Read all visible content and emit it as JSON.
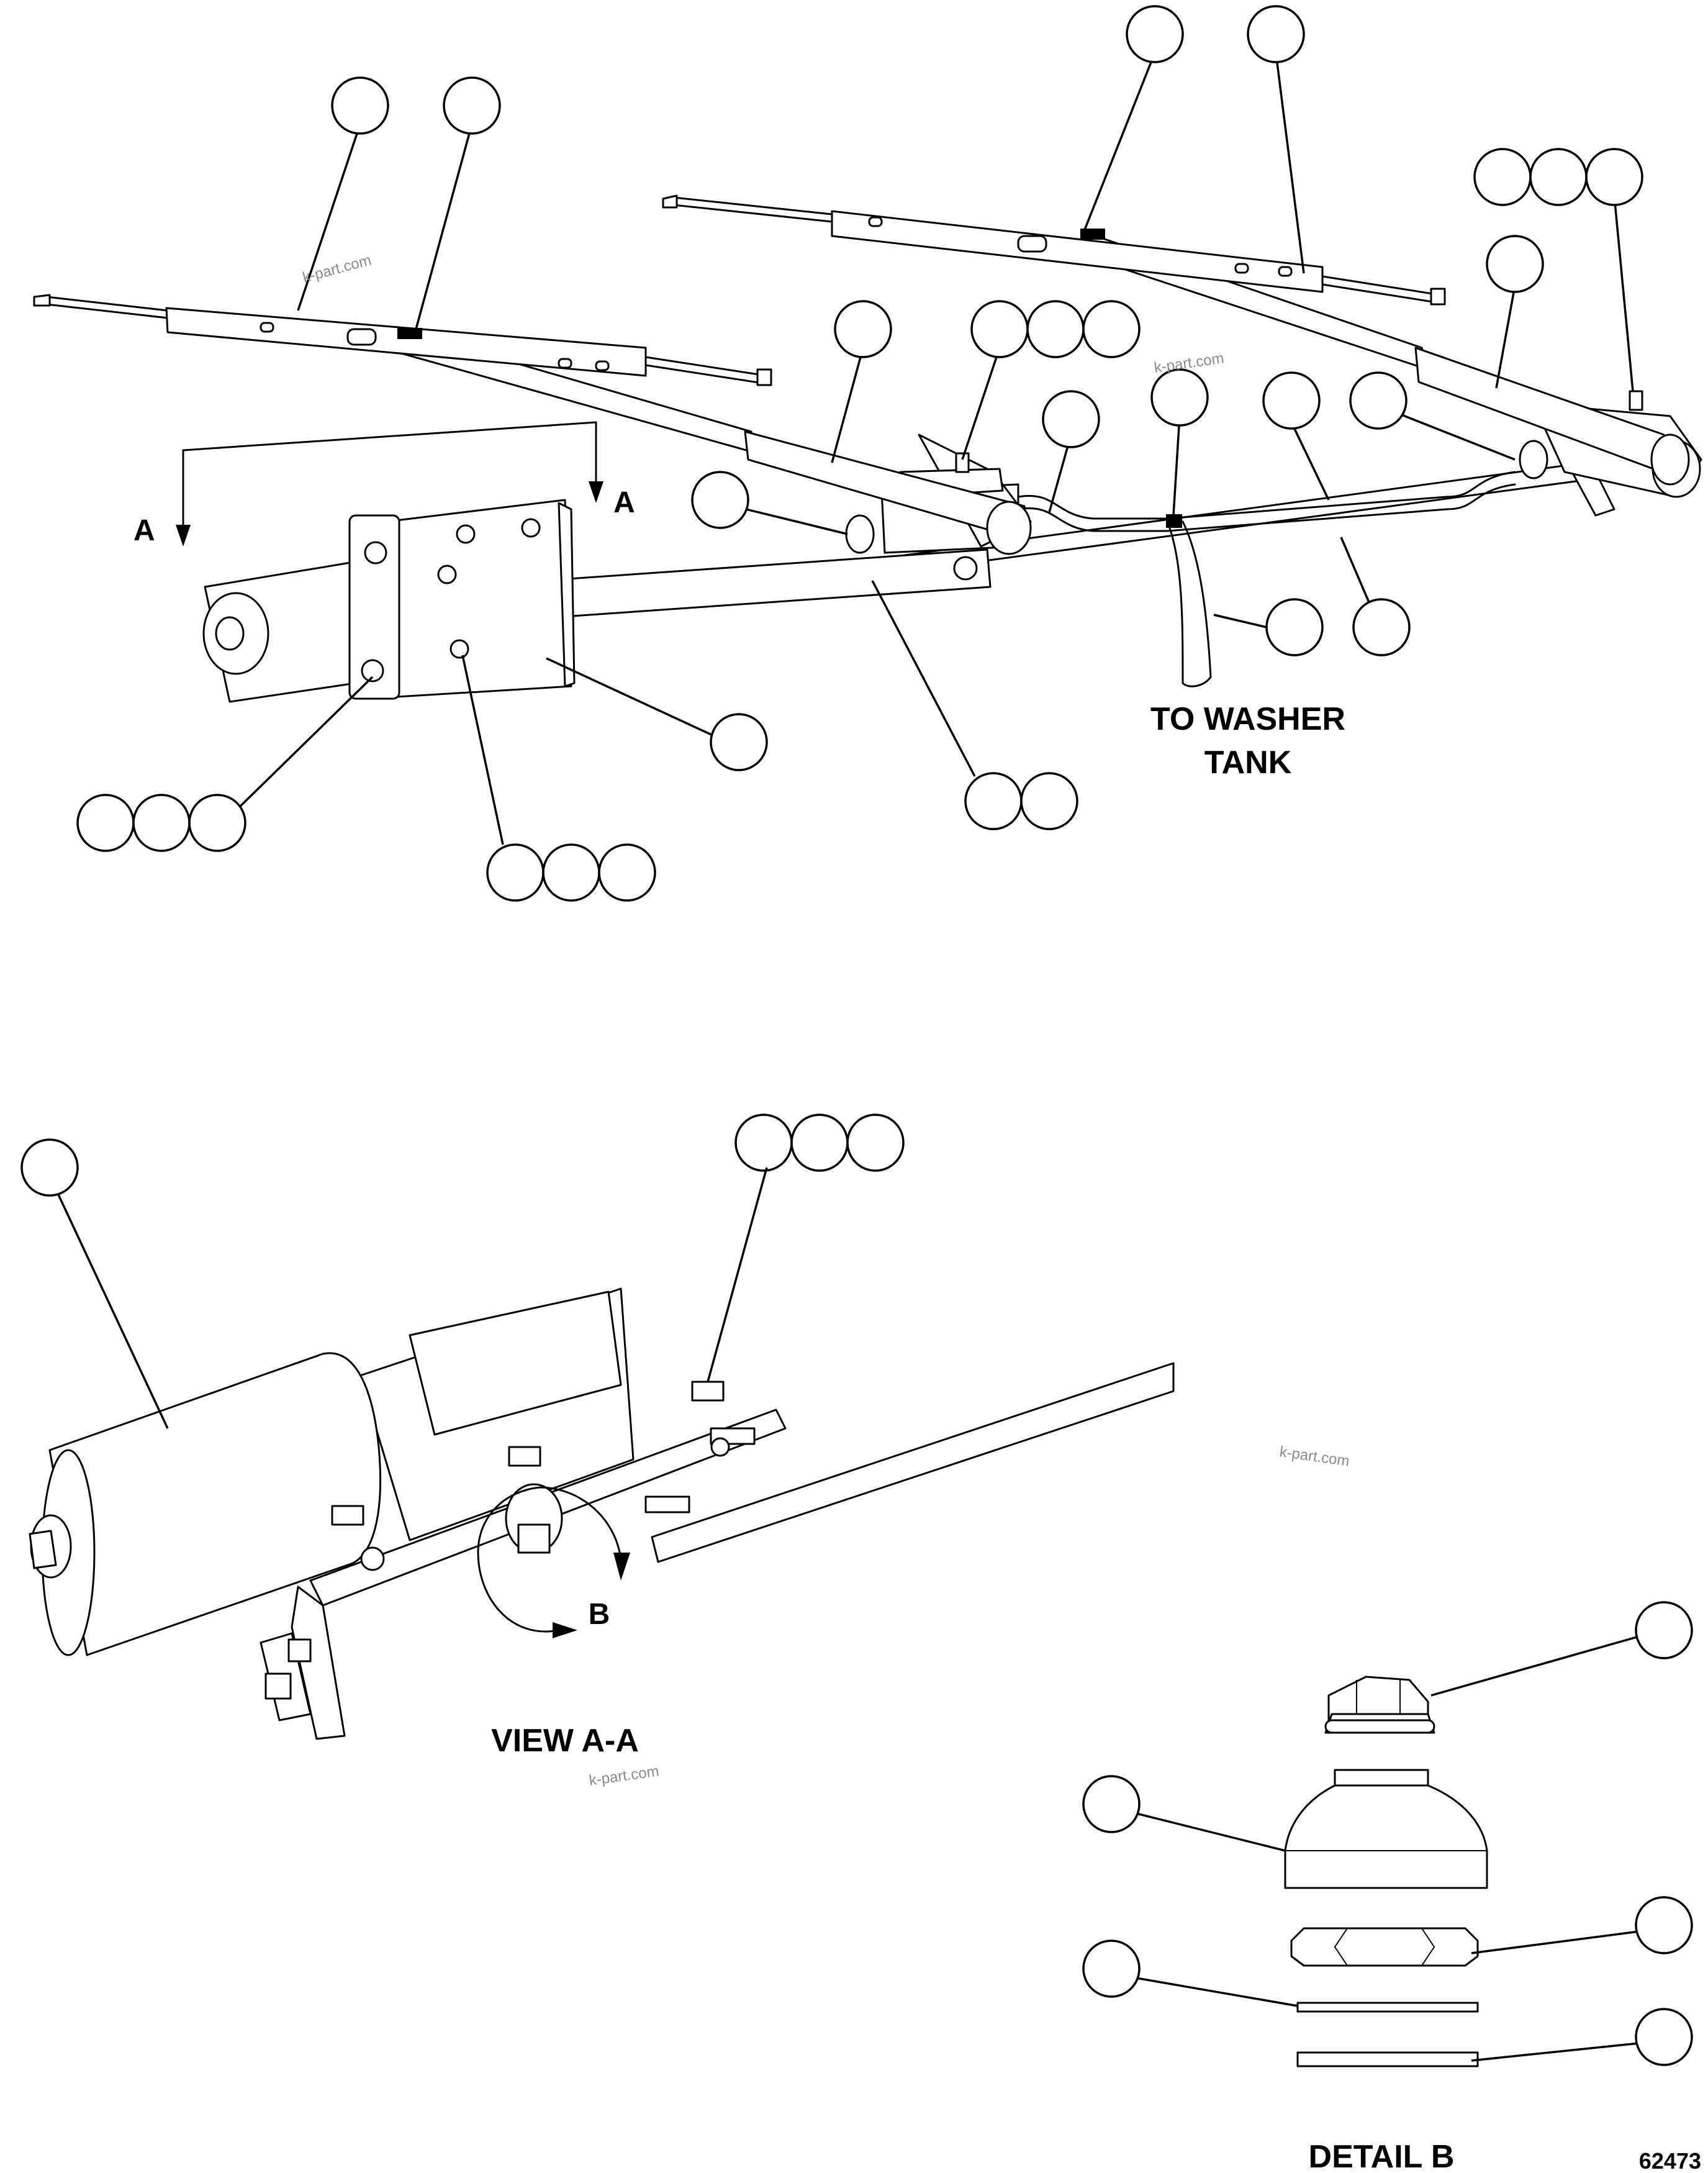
{
  "labels": {
    "section_a_left": "A",
    "section_a_right": "A",
    "washer_line1": "TO WASHER",
    "washer_line2": "TANK",
    "view_title": "VIEW A-A",
    "detail_arrow": "B",
    "detail_title": "DETAIL B",
    "figure_number": "62473"
  },
  "watermarks": [
    "k-part.com",
    "k-part.com",
    "k-part.com",
    "k-part.com"
  ],
  "colors": {
    "line": "#000000",
    "background": "#ffffff",
    "watermark": "#8a8a8a"
  }
}
